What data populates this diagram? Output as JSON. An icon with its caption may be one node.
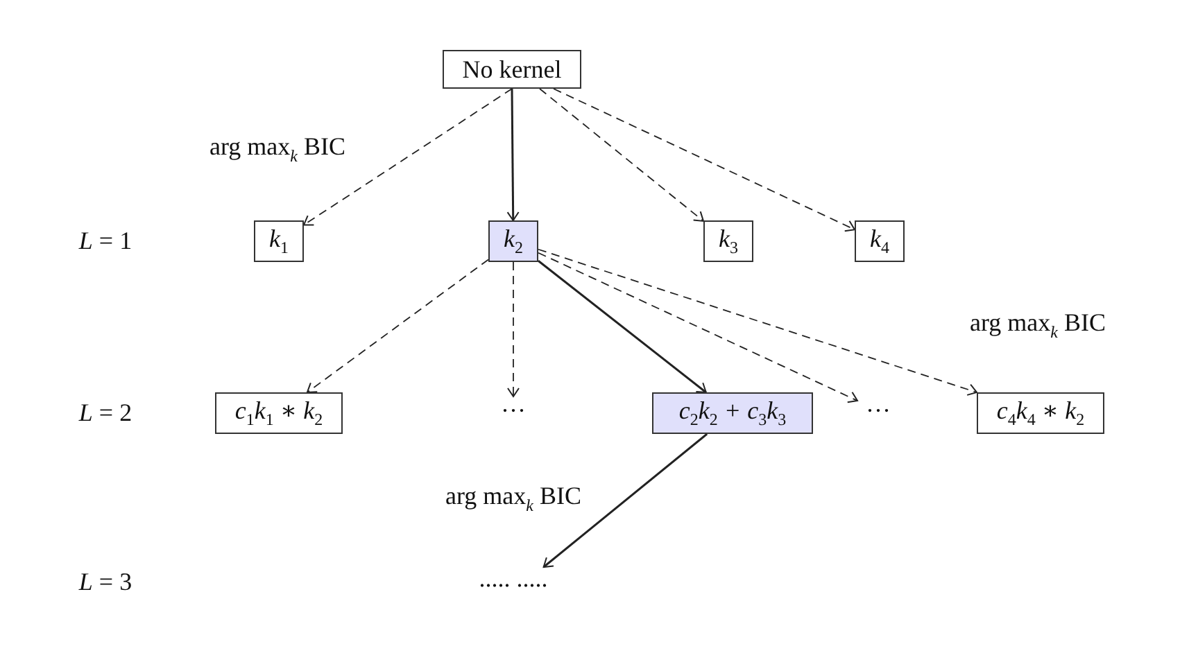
{
  "diagram": {
    "nodes": [
      {
        "text": [
          "No kernel"
        ]
      },
      {
        "text": [
          "k$_{1}$"
        ]
      },
      {
        "text": [
          "k$_{2}$"
        ]
      },
      {
        "text": [
          "k$_{3}$"
        ]
      },
      {
        "text": [
          "k$_{4}$"
        ]
      },
      {
        "text": [
          "c$_{1}$k$_{1}$ ∗ k$_{2}$"
        ]
      },
      {
        "text": [
          "···"
        ]
      },
      {
        "text": [
          "c$_{2}$k$_{2}$ + c$_{3}$k$_{3}$"
        ]
      },
      {
        "text": [
          "···"
        ]
      },
      {
        "text": [
          "c$_{4}$k$_{4}$ ∗ k$_{2}$"
        ]
      },
      {
        "text": [
          "..... ....."
        ]
      }
    ],
    "edges": [
      {
        "from": 0,
        "to": 1,
        "arrow": "to",
        "style": "dashed"
      },
      {
        "from": 0,
        "to": 2,
        "arrow": "to"
      },
      {
        "from": 0,
        "to": 3,
        "arrow": "to",
        "style": "dashed"
      },
      {
        "from": 0,
        "to": 4,
        "arrow": "to",
        "style": "dashed"
      },
      {
        "from": 2,
        "to": 5,
        "arrow": "to",
        "style": "dashed"
      },
      {
        "from": 2,
        "to": 6,
        "arrow": "to",
        "style": "dashed"
      },
      {
        "from": 2,
        "to": 7,
        "arrow": "to"
      },
      {
        "from": 2,
        "to": 8,
        "arrow": "to",
        "style": "dashed"
      },
      {
        "from": 2,
        "to": 9,
        "arrow": "to",
        "style": "dashed"
      },
      {
        "from": 7,
        "to": 10,
        "arrow": "to"
      }
    ],
    "labels": [
      "arg max$_{k}$ BIC",
      "*L* = 1",
      "*L* = 2",
      "arg max$_{k}$ BIC",
      "arg max$_{k}$ BIC",
      "*L* = 3"
    ]
  }
}
